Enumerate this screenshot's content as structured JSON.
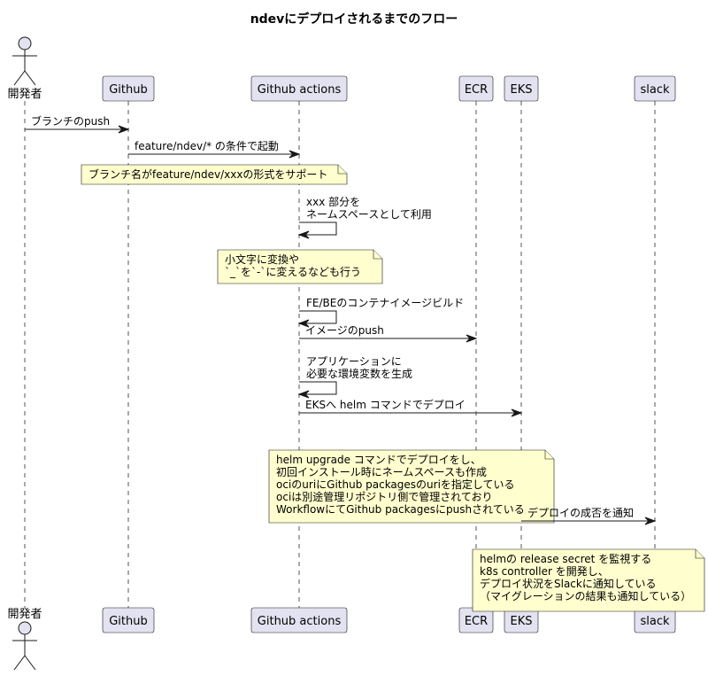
{
  "title": "ndevにデプロイされるまでのフロー",
  "participants": [
    {
      "id": "dev",
      "label": "開発者",
      "kind": "actor"
    },
    {
      "id": "github",
      "label": "Github",
      "kind": "participant"
    },
    {
      "id": "actions",
      "label": "Github actions",
      "kind": "participant"
    },
    {
      "id": "ecr",
      "label": "ECR",
      "kind": "participant"
    },
    {
      "id": "eks",
      "label": "EKS",
      "kind": "participant"
    },
    {
      "id": "slack",
      "label": "slack",
      "kind": "participant"
    }
  ],
  "steps": [
    {
      "type": "message",
      "from": "dev",
      "to": "github",
      "lines": [
        "ブランチのpush"
      ]
    },
    {
      "type": "message",
      "from": "github",
      "to": "actions",
      "lines": [
        "feature/ndev/* の条件で起動"
      ]
    },
    {
      "type": "note",
      "over": "github",
      "lines": [
        "ブランチ名がfeature/ndev/xxxの形式をサポート"
      ]
    },
    {
      "type": "self",
      "at": "actions",
      "lines": [
        "xxx 部分を",
        "ネームスペースとして利用"
      ]
    },
    {
      "type": "note",
      "over": "actions",
      "lines": [
        "小文字に変換や",
        "`_`を`-`に変えるなども行う"
      ]
    },
    {
      "type": "self",
      "at": "actions",
      "lines": [
        "FE/BEのコンテナイメージビルド"
      ]
    },
    {
      "type": "message",
      "from": "actions",
      "to": "ecr",
      "lines": [
        "イメージのpush"
      ]
    },
    {
      "type": "self",
      "at": "actions",
      "lines": [
        "アプリケーションに",
        "必要な環境変数を生成"
      ]
    },
    {
      "type": "message",
      "from": "actions",
      "to": "eks",
      "lines": [
        "EKSへ helm コマンドでデプロイ"
      ]
    },
    {
      "type": "note",
      "over": "ecr",
      "lines": [
        "helm upgrade コマンドでデプロイをし、",
        "初回インストール時にネームスペースも作成",
        "ociのuriにGithub packagesのuriを指定している",
        "ociは別途管理リポジトリ側で管理されており",
        "WorkflowにてGithub packagesにpushされている"
      ]
    },
    {
      "type": "message",
      "from": "eks",
      "to": "slack",
      "lines": [
        "デプロイの成否を通知"
      ]
    },
    {
      "type": "note",
      "over": "eks",
      "lines": [
        "helmの release secret を監視する",
        "k8s controller を開発し、",
        "デプロイ状況をSlackに通知している",
        "（マイグレーションの結果も通知している）"
      ]
    }
  ]
}
